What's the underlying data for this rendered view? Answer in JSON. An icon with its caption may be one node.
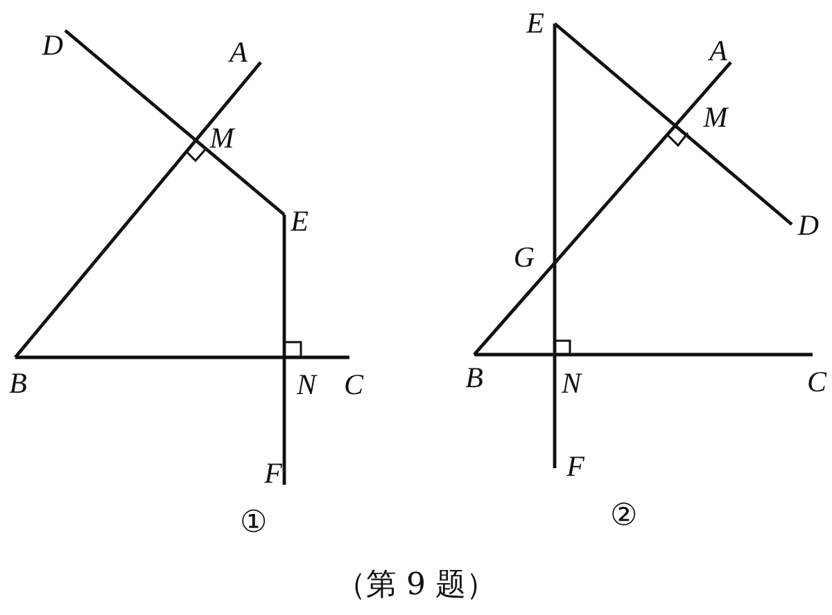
{
  "diagram": {
    "caption": "（第 9 题）",
    "labels": [
      "D",
      "A",
      "M",
      "E",
      "B",
      "N",
      "C",
      "F",
      "①",
      "E",
      "A",
      "M",
      "D",
      "G",
      "B",
      "N",
      "C",
      "F",
      "②"
    ]
  }
}
